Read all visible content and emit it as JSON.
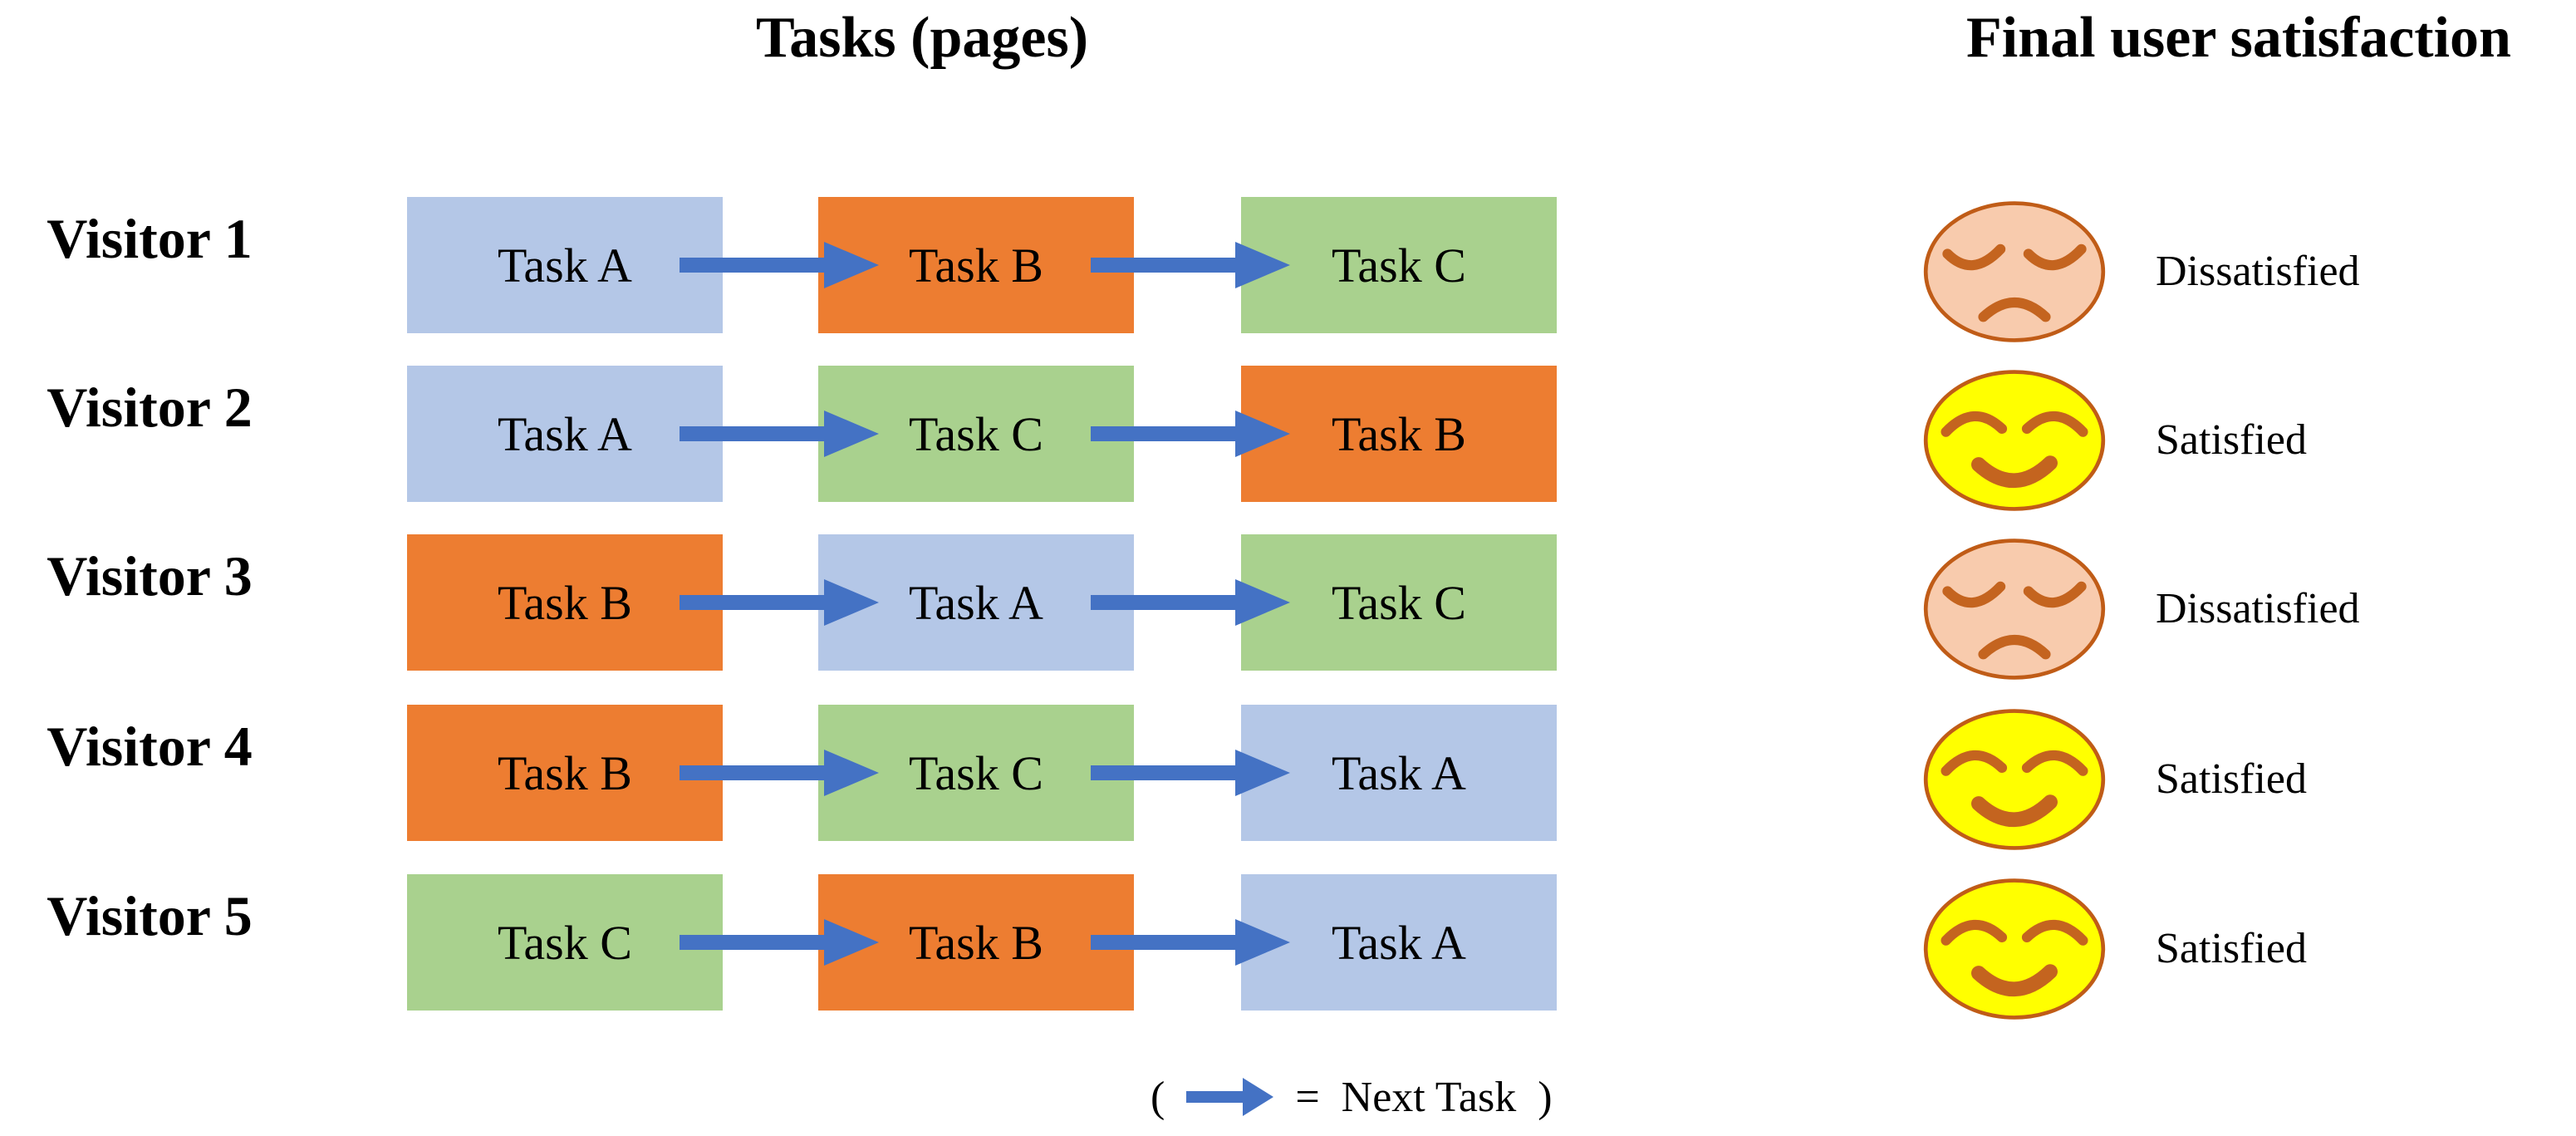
{
  "titles": {
    "tasks_column": "Tasks (pages)",
    "satisfaction_column": "Final user satisfaction"
  },
  "visitors": [
    {
      "label": "Visitor 1",
      "satisfaction": "Dissatisfied",
      "mood": "mood-dissatisfied",
      "tasks": [
        {
          "label": "Task A",
          "cls": "task-a"
        },
        {
          "label": "Task B",
          "cls": "task-b"
        },
        {
          "label": "Task C",
          "cls": "task-c"
        }
      ]
    },
    {
      "label": "Visitor 2",
      "satisfaction": "Satisfied",
      "mood": "mood-satisfied",
      "tasks": [
        {
          "label": "Task A",
          "cls": "task-a"
        },
        {
          "label": "Task C",
          "cls": "task-c"
        },
        {
          "label": "Task B",
          "cls": "task-b"
        }
      ]
    },
    {
      "label": "Visitor 3",
      "satisfaction": "Dissatisfied",
      "mood": "mood-dissatisfied",
      "tasks": [
        {
          "label": "Task B",
          "cls": "task-b"
        },
        {
          "label": "Task A",
          "cls": "task-a"
        },
        {
          "label": "Task C",
          "cls": "task-c"
        }
      ]
    },
    {
      "label": "Visitor 4",
      "satisfaction": "Satisfied",
      "mood": "mood-satisfied",
      "tasks": [
        {
          "label": "Task B",
          "cls": "task-b"
        },
        {
          "label": "Task C",
          "cls": "task-c"
        },
        {
          "label": "Task A",
          "cls": "task-a"
        }
      ]
    },
    {
      "label": "Visitor 5",
      "satisfaction": "Satisfied",
      "mood": "mood-satisfied",
      "tasks": [
        {
          "label": "Task C",
          "cls": "task-c"
        },
        {
          "label": "Task B",
          "cls": "task-b"
        },
        {
          "label": "Task A",
          "cls": "task-a"
        }
      ]
    }
  ],
  "legend": {
    "open_paren": "(",
    "equals_sign": "=",
    "label": "Next Task",
    "close_paren": ")"
  },
  "colors": {
    "task_a": "#b4c7e7",
    "task_b": "#ed7d31",
    "task_c": "#a9d18e",
    "arrow": "#4472c4",
    "satisfied_face_fill": "#ffff00",
    "dissatisfied_face_fill": "#f8cbad",
    "face_outline": "#c05c17",
    "face_features": "#c4641f"
  }
}
